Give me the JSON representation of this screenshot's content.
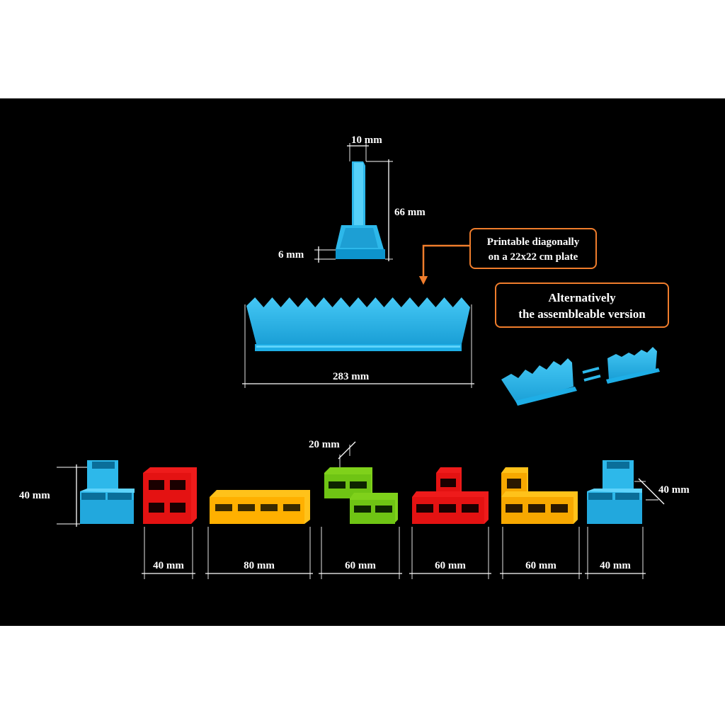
{
  "stand": {
    "width_label": "10 mm",
    "height_label": "66 mm",
    "base_label": "6 mm"
  },
  "board": {
    "length_label": "283 mm"
  },
  "callouts": {
    "printable_line1": "Printable diagonally",
    "printable_line2": "on a 22x22 cm plate",
    "alt_line1": "Alternatively",
    "alt_line2": "the assembleable version"
  },
  "pieces": {
    "height_label": "40 mm",
    "depth_label": "20 mm",
    "side_label": "40 mm",
    "widths": [
      "40 mm",
      "80 mm",
      "60 mm",
      "60 mm",
      "60 mm",
      "40 mm"
    ]
  },
  "colors": {
    "blue": "#2db8ea",
    "red": "#ee1b1b",
    "yellow": "#ffc21a",
    "green": "#7fd11b",
    "orange": "#f07d2c"
  }
}
